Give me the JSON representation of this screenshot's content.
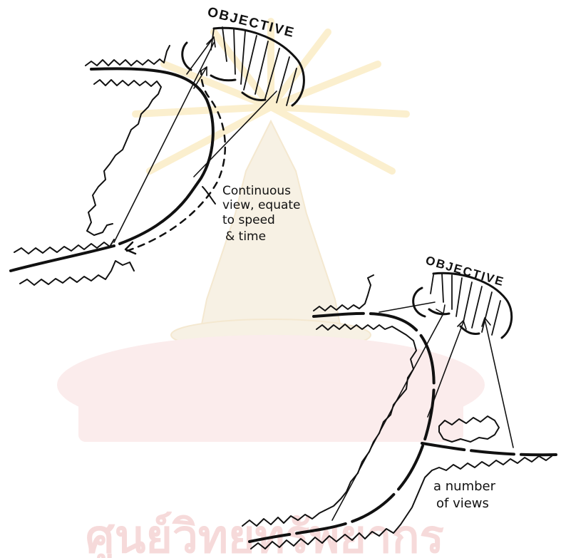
{
  "sketch_top": {
    "objective_label": "OBJECTIVE",
    "caption_lines": [
      "Continuous",
      "view, equate",
      "to speed",
      "& time"
    ]
  },
  "sketch_bottom": {
    "objective_label": "OBJECTIVE",
    "caption_lines": [
      "a number",
      "of views"
    ]
  },
  "watermark": {
    "text": "ศูนย์วิทยทรัพยากร",
    "color": "#f6d6d6",
    "rays_color": "#fbeec9"
  }
}
